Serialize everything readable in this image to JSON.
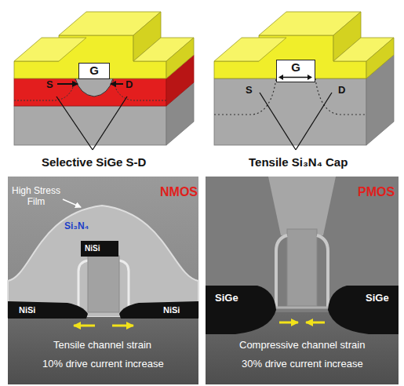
{
  "diagram": {
    "nodes": [
      {
        "text": [
          "G"
        ]
      },
      {
        "text": [
          "G"
        ]
      }
    ],
    "labels": [
      "S",
      "D",
      "S",
      "D",
      "Selective SiGe S-D",
      "Tensile Si₃N₄ Cap",
      "NMOS",
      "High Stress Film",
      "Si₃N₄",
      "NiSi",
      "NiSi",
      "NiSi",
      "Tensile channel strain",
      "10% drive current increase",
      "PMOS",
      "SiGe",
      "SiGe",
      "Compressive channel strain",
      "30% drive current increase"
    ]
  }
}
